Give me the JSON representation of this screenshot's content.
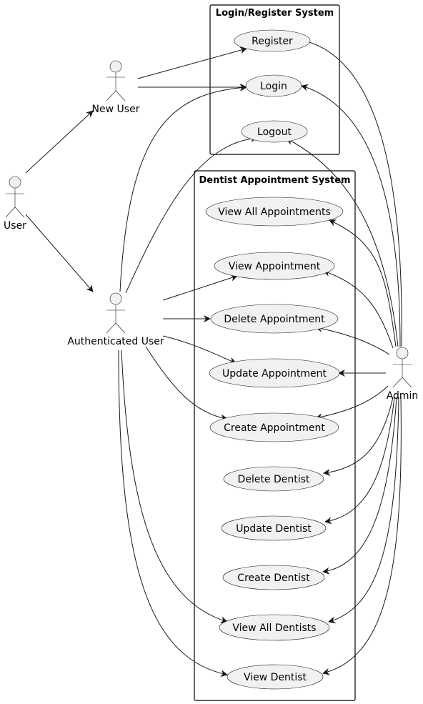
{
  "packages": {
    "login_system": "Login/Register System",
    "appointment_system": "Dentist Appointment System"
  },
  "actors": {
    "user": "User",
    "new_user": "New User",
    "authenticated_user": "Authenticated User",
    "admin": "Admin"
  },
  "use_cases": {
    "register": "Register",
    "login": "Login",
    "logout": "Logout",
    "view_all_appointments": "View All Appointments",
    "view_appointment": "View Appointment",
    "delete_appointment": "Delete Appointment",
    "update_appointment": "Update Appointment",
    "create_appointment": "Create Appointment",
    "delete_dentist": "Delete Dentist",
    "update_dentist": "Update Dentist",
    "create_dentist": "Create Dentist",
    "view_all_dentists": "View All Dentists",
    "view_dentist": "View Dentist"
  }
}
